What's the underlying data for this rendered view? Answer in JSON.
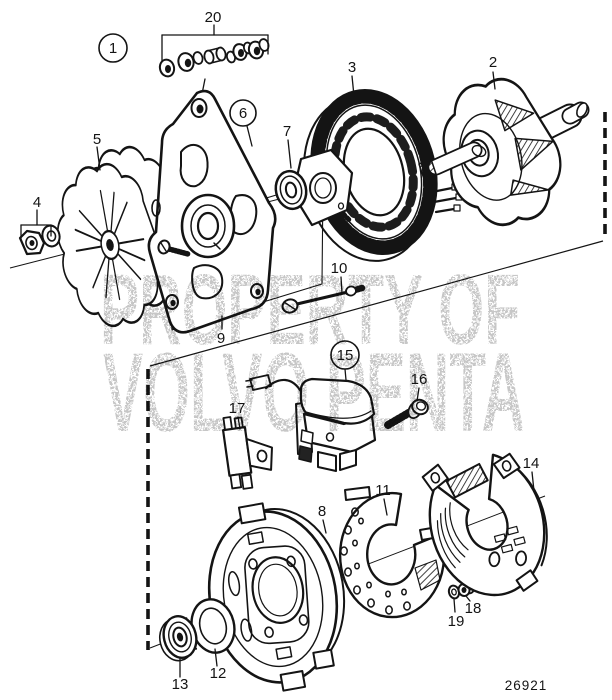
{
  "figure": {
    "number": "26921"
  },
  "watermark": {
    "line1": "PROPERTY OF",
    "line2": "VOLVO PENTA"
  },
  "colors": {
    "line": "#141414",
    "watermark_gray": "#8f8f8f",
    "background": "#ffffff"
  },
  "callouts": {
    "c1": "1",
    "c2": "2",
    "c3": "3",
    "c4": "4",
    "c5": "5",
    "c6": "6",
    "c7": "7",
    "c8": "8",
    "c9": "9",
    "c10": "10",
    "c11": "11",
    "c12": "12",
    "c13": "13",
    "c14": "14",
    "c15": "15",
    "c16": "16",
    "c17": "17",
    "c18": "18",
    "c19": "19",
    "c20": "20"
  }
}
